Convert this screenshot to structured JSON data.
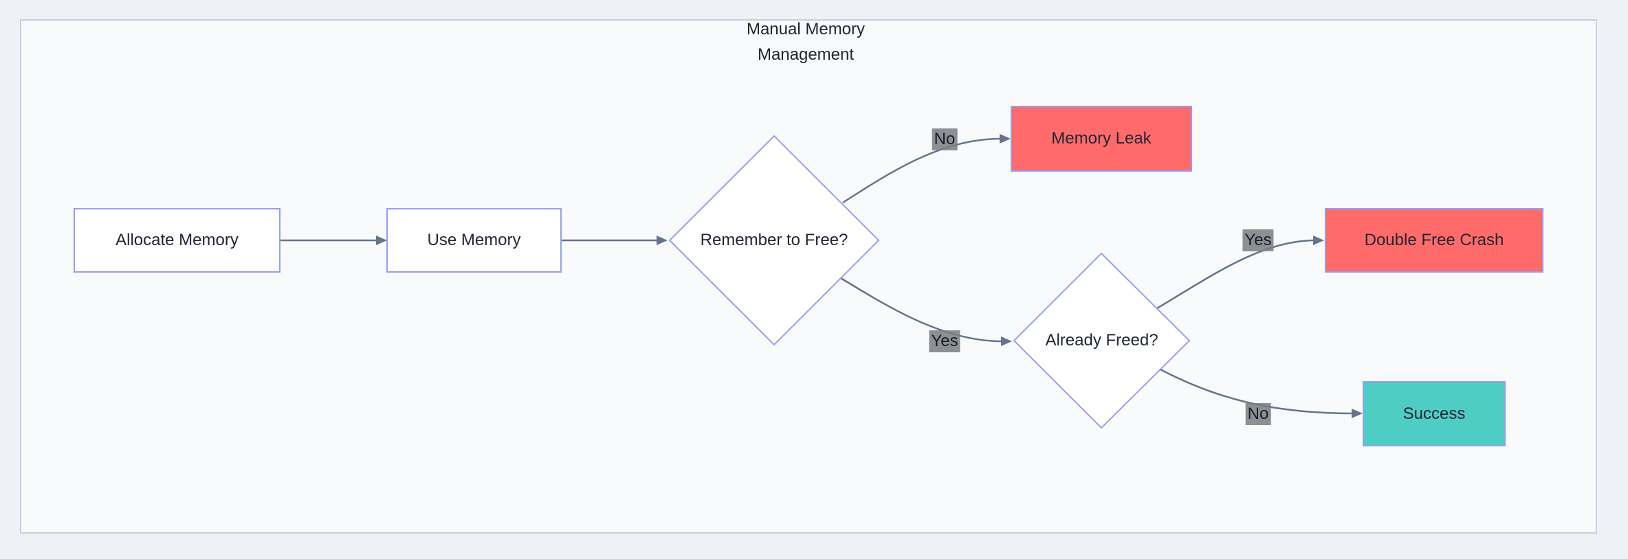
{
  "diagram": {
    "type": "flowchart",
    "title": "Manual Memory Management",
    "title_lines": [
      "Manual Memory",
      "Management"
    ]
  },
  "nodes": [
    {
      "id": "allocate",
      "label": "Allocate Memory",
      "shape": "rect",
      "kind": "process"
    },
    {
      "id": "use",
      "label": "Use Memory",
      "shape": "rect",
      "kind": "process"
    },
    {
      "id": "remember",
      "label": "Remember to Free?",
      "shape": "diamond",
      "kind": "decision"
    },
    {
      "id": "leak",
      "label": "Memory Leak",
      "shape": "rect",
      "kind": "error"
    },
    {
      "id": "freed",
      "label": "Already Freed?",
      "shape": "diamond",
      "kind": "decision"
    },
    {
      "id": "crash",
      "label": "Double Free Crash",
      "shape": "rect",
      "kind": "error"
    },
    {
      "id": "success",
      "label": "Success",
      "shape": "rect",
      "kind": "success"
    }
  ],
  "edges": [
    {
      "from": "allocate",
      "to": "use",
      "label": ""
    },
    {
      "from": "use",
      "to": "remember",
      "label": ""
    },
    {
      "from": "remember",
      "to": "leak",
      "label": "No"
    },
    {
      "from": "remember",
      "to": "freed",
      "label": "Yes"
    },
    {
      "from": "freed",
      "to": "crash",
      "label": "Yes"
    },
    {
      "from": "freed",
      "to": "success",
      "label": "No"
    }
  ],
  "colors": {
    "error_fill": "#ff6b6b",
    "success_fill": "#4ecdc4",
    "node_fill": "#ffffff",
    "node_border": "#979df3",
    "edge_stroke": "#64748b",
    "edge_label_bg": "#7a7c80",
    "text": "#1f2633",
    "frame_bg": "#f8fafc",
    "frame_border": "#c8d0dc",
    "page_bg": "#eef1f6"
  }
}
